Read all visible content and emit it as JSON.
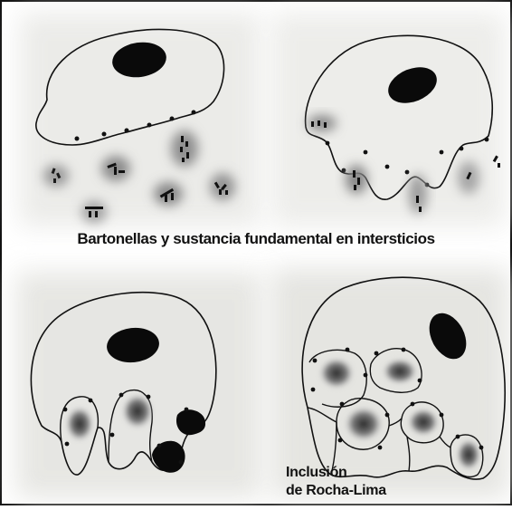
{
  "caption": "Bartonellas y sustancia fundamental en intersticios",
  "inclusion_label": {
    "line1": "Inclusión",
    "line2": "de Rocha-Lima"
  }
}
